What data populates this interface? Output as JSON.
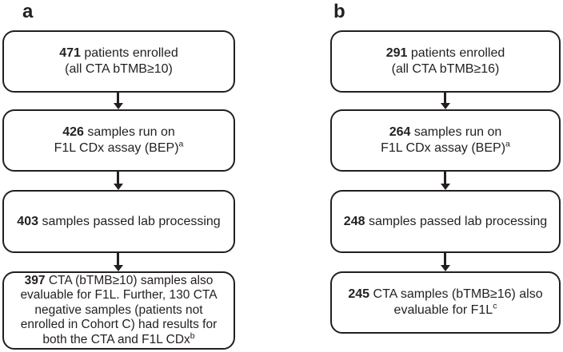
{
  "figure": {
    "type": "flowchart",
    "background_color": "#ffffff",
    "ink_color": "#231f20"
  },
  "panels": [
    {
      "label": "a",
      "boxes": [
        {
          "number": "471",
          "rest": "patients enrolled",
          "line2": "(all CTA bTMB≥10)"
        },
        {
          "number": "426",
          "rest": "samples run on",
          "line2": "F1L CDx assay (BEP)",
          "line2_sup": "a"
        },
        {
          "number": "403",
          "rest": "samples passed lab processing"
        },
        {
          "number": "397",
          "rest": "CTA (bTMB≥10) samples also",
          "line2": "evaluable for F1L. Further, 130 CTA",
          "line3": "negative samples (patients not",
          "line4": "enrolled in Cohort C) had results for",
          "line5": "both the CTA and F1L CDx",
          "line5_sup": "b"
        }
      ]
    },
    {
      "label": "b",
      "boxes": [
        {
          "number": "291",
          "rest": "patients enrolled",
          "line2": "(all CTA bTMB≥16)"
        },
        {
          "number": "264",
          "rest": "samples run on",
          "line2": "F1L CDx assay (BEP)",
          "line2_sup": "a"
        },
        {
          "number": "248",
          "rest": "samples passed lab processing"
        },
        {
          "number": "245",
          "rest": "CTA samples (bTMB≥16) also",
          "line2": "evaluable for F1L",
          "line2_sup": "c"
        }
      ]
    }
  ]
}
